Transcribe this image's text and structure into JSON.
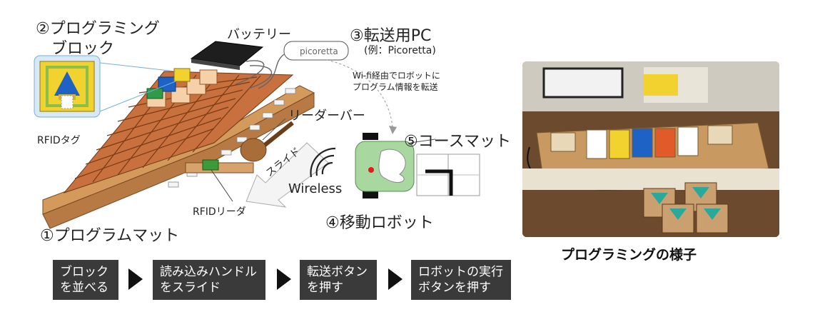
{
  "labels": {
    "blocks_line1": "②プログラミング",
    "blocks_line2": "ブロック",
    "battery": "バッテリー",
    "pc_title": "③転送用PC",
    "pc_example": "(例：Picoretta)",
    "pc_device": "picoretta",
    "wifi_line1": "Wi-fi経由でロボットに",
    "wifi_line2": "プログラム情報を転送",
    "rfid_tag": "RFIDタグ",
    "reader_bar": "リーダーバー",
    "slide": "スライド",
    "course_mat": "⑤コースマット",
    "wireless": "Wireless",
    "rfid_reader": "RFIDリーダ",
    "program_mat": "①プログラムマット",
    "robot": "④移動ロボット"
  },
  "steps": [
    {
      "text": "ブロック\nを並べる"
    },
    {
      "text": "読み込みハンドル\nをスライド"
    },
    {
      "text": "転送ボタン\nを押す"
    },
    {
      "text": "ロボットの実行\nボタンを押す"
    }
  ],
  "photo_caption": "プログラミングの様子",
  "colors": {
    "mat_wood": "#c8703e",
    "block_yellow": "#f2d22e",
    "block_blue": "#1d62c4",
    "step_bg": "#3a3a3a",
    "robot_green": "#a8d8a0"
  }
}
